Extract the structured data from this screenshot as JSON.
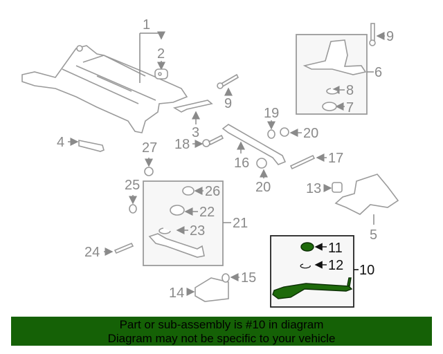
{
  "callouts": {
    "c1": "1",
    "c2": "2",
    "c3": "3",
    "c4": "4",
    "c5": "5",
    "c6": "6",
    "c7": "7",
    "c8": "8",
    "c9a": "9",
    "c9b": "9",
    "c10": "10",
    "c11": "11",
    "c12": "12",
    "c13": "13",
    "c14": "14",
    "c15": "15",
    "c16": "16",
    "c17": "17",
    "c18": "18",
    "c19": "19",
    "c20a": "20",
    "c20b": "20",
    "c21": "21",
    "c22": "22",
    "c23": "23",
    "c24": "24",
    "c25": "25",
    "c26": "26",
    "c27": "27"
  },
  "banner": {
    "line1": "Part or sub-assembly is #10 in diagram",
    "line2": "Diagram may not be specific to your vehicle"
  },
  "colors": {
    "highlight": "#156106",
    "highlight_part": "#1e6a0b"
  }
}
